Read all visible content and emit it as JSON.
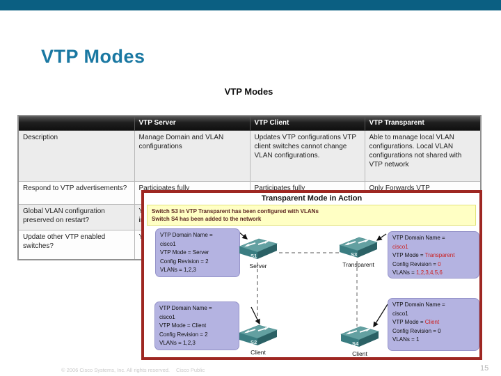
{
  "slide": {
    "title": "VTP Modes",
    "footer": {
      "copyright": "© 2006 Cisco Systems, Inc. All rights reserved.",
      "classification": "Cisco Public",
      "page": "15"
    }
  },
  "table": {
    "heading": "VTP Modes",
    "columns": [
      "",
      "VTP Server",
      "VTP Client",
      "VTP Transparent"
    ],
    "rows": [
      {
        "label": "Description",
        "server": "Manage Domain and VLAN configurations",
        "client": "Updates VTP configurations VTP client switches cannot change VLAN configurations.",
        "transparent": "Able to manage local VLAN configurations. Local VLAN configurations not shared with VTP network"
      },
      {
        "label": "Respond to VTP advertisements?",
        "server": "Participates fully",
        "client": "Participates fully",
        "transparent": "Only Forwards VTP"
      },
      {
        "label": "Global VLAN configuration preserved on restart?",
        "server": "Ye\nin",
        "client": "",
        "transparent": ""
      },
      {
        "label": "Update other VTP enabled switches?",
        "server": "Ye",
        "client": "",
        "transparent": ""
      }
    ]
  },
  "figure": {
    "title": "Transparent Mode in Action",
    "note_lines": [
      "Switch S3 in VTP Transparent has been configured with VLANs",
      "Switch S4 has been added to the network"
    ],
    "info_boxes": [
      {
        "position": "top-left",
        "lines": [
          {
            "segments": [
              {
                "text": "VTP Domain Name =",
                "red": false
              }
            ]
          },
          {
            "segments": [
              {
                "text": "cisco1",
                "red": false
              }
            ]
          },
          {
            "segments": [
              {
                "text": "VTP Mode = Server",
                "red": false
              }
            ]
          },
          {
            "segments": [
              {
                "text": "Config Revision = 2",
                "red": false
              }
            ]
          },
          {
            "segments": [
              {
                "text": "VLANs = 1,2,3",
                "red": false
              }
            ]
          }
        ]
      },
      {
        "position": "top-right",
        "lines": [
          {
            "segments": [
              {
                "text": "VTP Domain Name =",
                "red": false
              }
            ]
          },
          {
            "segments": [
              {
                "text": "cisco1",
                "red": true
              }
            ]
          },
          {
            "segments": [
              {
                "text": "VTP Mode = ",
                "red": false
              },
              {
                "text": "Transparent",
                "red": true
              }
            ]
          },
          {
            "segments": [
              {
                "text": "Config Revision = ",
                "red": false
              },
              {
                "text": "0",
                "red": true
              }
            ]
          },
          {
            "segments": [
              {
                "text": "VLANs = ",
                "red": false
              },
              {
                "text": "1,2,3,4,5,6",
                "red": true
              }
            ]
          }
        ]
      },
      {
        "position": "bottom-left",
        "lines": [
          {
            "segments": [
              {
                "text": "VTP Domain Name =",
                "red": false
              }
            ]
          },
          {
            "segments": [
              {
                "text": "cisco1",
                "red": false
              }
            ]
          },
          {
            "segments": [
              {
                "text": "VTP Mode = Client",
                "red": false
              }
            ]
          },
          {
            "segments": [
              {
                "text": "Config Revision = 2",
                "red": false
              }
            ]
          },
          {
            "segments": [
              {
                "text": "VLANs = 1,2,3",
                "red": false
              }
            ]
          }
        ]
      },
      {
        "position": "bottom-right",
        "lines": [
          {
            "segments": [
              {
                "text": "VTP Domain Name =",
                "red": false
              }
            ]
          },
          {
            "segments": [
              {
                "text": "cisco1",
                "red": false
              }
            ]
          },
          {
            "segments": [
              {
                "text": "VTP Mode = ",
                "red": false
              },
              {
                "text": "Client",
                "red": true
              }
            ]
          },
          {
            "segments": [
              {
                "text": "Config Revision = 0",
                "red": false
              }
            ]
          },
          {
            "segments": [
              {
                "text": "VLANs = 1",
                "red": false
              }
            ]
          }
        ]
      }
    ],
    "switches": [
      {
        "id": "S1",
        "role": "Server",
        "position": "s1"
      },
      {
        "id": "S3",
        "role": "Transparent",
        "position": "s3"
      },
      {
        "id": "S2",
        "role": "Client",
        "position": "s2"
      },
      {
        "id": "S4",
        "role": "Client",
        "position": "s4"
      }
    ]
  },
  "colors": {
    "top_bar": "#0b5f82",
    "title_teal": "#1a78a2",
    "overlay_border_red": "#9e2722",
    "note_yellow": "#ffffc4",
    "info_box_purple": "#b4b3e1",
    "highlight_red": "#cc1f1f",
    "switch_teal": "#63a0a1"
  }
}
